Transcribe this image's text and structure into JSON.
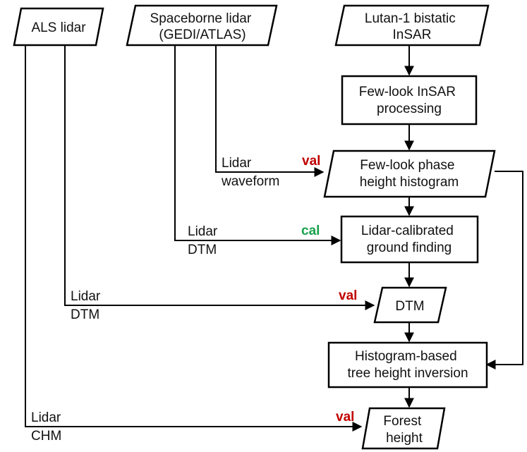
{
  "colors": {
    "val_tag": "#c00000",
    "cal_tag": "#18a24a",
    "stroke": "#000000"
  },
  "nodes": {
    "als_lidar": {
      "shape": "parallelogram",
      "lines": [
        "ALS lidar"
      ]
    },
    "spaceborne_lidar": {
      "shape": "parallelogram",
      "lines": [
        "Spaceborne lidar",
        "(GEDI/ATLAS)"
      ]
    },
    "lutan_insar": {
      "shape": "parallelogram",
      "lines": [
        "Lutan-1 bistatic",
        "InSAR"
      ]
    },
    "fewlook_processing": {
      "shape": "rectangle",
      "lines": [
        "Few-look InSAR",
        "processing"
      ]
    },
    "phase_histogram": {
      "shape": "parallelogram",
      "lines": [
        "Few-look phase",
        "height histogram"
      ]
    },
    "ground_finding": {
      "shape": "rectangle",
      "lines": [
        "Lidar-calibrated",
        "ground finding"
      ]
    },
    "dtm": {
      "shape": "parallelogram",
      "lines": [
        "DTM"
      ]
    },
    "tree_height_inversion": {
      "shape": "rectangle",
      "lines": [
        "Histogram-based",
        "tree height inversion"
      ]
    },
    "forest_height": {
      "shape": "parallelogram",
      "lines": [
        "Forest",
        "height"
      ]
    }
  },
  "edge_labels": {
    "lidar_waveform": [
      "Lidar",
      "waveform"
    ],
    "spaceborne_dtm": [
      "Lidar",
      "DTM"
    ],
    "als_dtm": [
      "Lidar",
      "DTM"
    ],
    "als_chm": [
      "Lidar",
      "CHM"
    ]
  },
  "tags": {
    "waveform_tag": "val",
    "spaceborne_dtm_tag": "cal",
    "als_dtm_tag": "val",
    "chm_tag": "val"
  }
}
